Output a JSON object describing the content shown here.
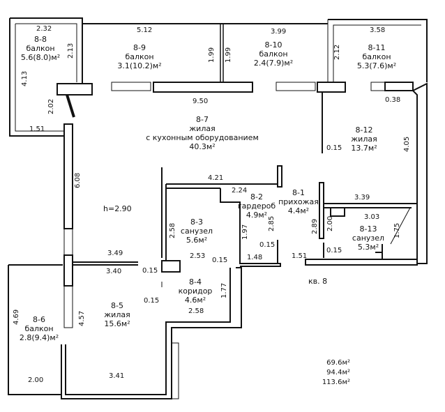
{
  "rooms": [
    {
      "id": "8-8",
      "type": "балкон",
      "area": "5.6(8.0)м²"
    },
    {
      "id": "8-9",
      "type": "балкон",
      "area": "3.1(10.2)м²"
    },
    {
      "id": "8-10",
      "type": "балкон",
      "area": "2.4(7.9)м²"
    },
    {
      "id": "8-11",
      "type": "балкон",
      "area": "5.3(7.6)м²"
    },
    {
      "id": "8-7",
      "type": "жилая",
      "extra": "с кухонным оборудованием",
      "area": "40.3м²"
    },
    {
      "id": "8-12",
      "type": "жилая",
      "area": "13.7м²"
    },
    {
      "id": "8-2",
      "type": "гардероб",
      "area": "4.9м²"
    },
    {
      "id": "8-1",
      "type": "прихожая",
      "area": "4.4м²"
    },
    {
      "id": "8-3",
      "type": "санузел",
      "area": "5.6м²"
    },
    {
      "id": "8-13",
      "type": "санузел",
      "area": "5.3м²"
    },
    {
      "id": "8-4",
      "type": "коридор",
      "area": "4.6м²"
    },
    {
      "id": "8-5",
      "type": "жилая",
      "area": "15.6м²"
    },
    {
      "id": "8-6",
      "type": "балкон",
      "area": "2.8(9.4)м²"
    }
  ],
  "ceiling_height": "h=2.90",
  "apartment_label": "кв. 8",
  "totals": [
    "69.6м²",
    "94.4м²",
    "113.6м²"
  ],
  "dims": {
    "d232": "2.32",
    "d213": "2.13",
    "d413": "4.13",
    "d202": "2.02",
    "d151a": "1.51",
    "d512": "5.12",
    "d199a": "1.99",
    "d199b": "1.99",
    "d399": "3.99",
    "d212": "2.12",
    "d358": "3.58",
    "d950": "9.50",
    "d038": "0.38",
    "d405": "4.05",
    "d015a": "0.15",
    "d608": "6.08",
    "d421": "4.21",
    "d224": "2.24",
    "d339": "3.39",
    "d303": "3.03",
    "d258a": "2.58",
    "d197": "1.97",
    "d285": "2.85",
    "d289": "2.89",
    "d200a": "2.00",
    "d175": "1.75",
    "d015b": "0.15",
    "d015c": "0.15",
    "d349": "3.49",
    "d340": "3.40",
    "d253": "2.53",
    "d015d": "0.15",
    "d015e": "0.15",
    "d148": "1.48",
    "d151b": "1.51",
    "d015f": "0.15",
    "d177": "1.77",
    "d469": "4.69",
    "d457": "4.57",
    "d258b": "2.58",
    "d200b": "2.00",
    "d341": "3.41"
  }
}
